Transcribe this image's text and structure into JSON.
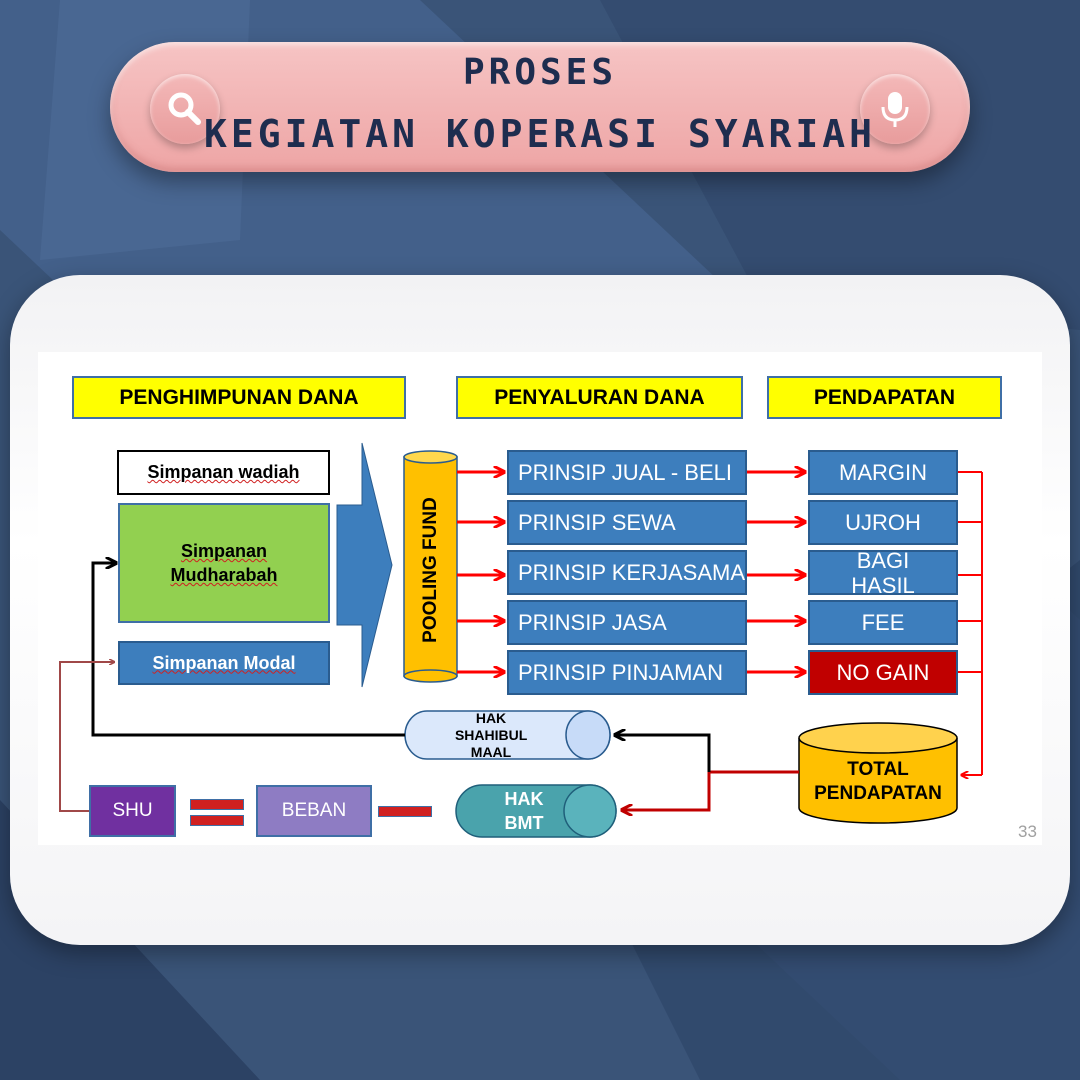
{
  "header": {
    "title_line1": "PROSES",
    "title_line2": "KEGIATAN KOPERASI SYARIAH",
    "left_icon": "search-icon",
    "right_icon": "microphone-icon"
  },
  "diagram": {
    "headers": {
      "collection": "PENGHIMPUNAN  DANA",
      "distribution": "PENYALURAN DANA",
      "income": "PENDAPATAN"
    },
    "savings": {
      "wadiah": "Simpanan wadiah",
      "mudharabah": "Simpanan Mudharabah",
      "modal": "Simpanan Modal"
    },
    "pooling_fund": "POOLING FUND",
    "principles": [
      "PRINSIP JUAL - BELI",
      "PRINSIP SEWA",
      "PRINSIP KERJASAMA",
      "PRINSIP JASA",
      "PRINSIP PINJAMAN"
    ],
    "incomes": [
      "MARGIN",
      "UJROH",
      "BAGI HASIL",
      "FEE",
      "NO GAIN"
    ],
    "total_income": "TOTAL PENDAPATAN",
    "hak_shahibul_maal": "HAK SHAHIBUL MAAL",
    "hak_bmt": "HAK BMT",
    "shu": "SHU",
    "beban": "BEBAN",
    "page_number": "33"
  },
  "colors": {
    "background": "#3a5478",
    "pill": "#f0b1b1",
    "title": "#1e2d4f",
    "header_fill": "#ffff00",
    "blue_box": "#3d7ebd",
    "green_box": "#92d050",
    "red_box": "#c00000",
    "gold": "#ffc000",
    "purple_shu": "#7030a0",
    "lavender_beban": "#8e7cc3",
    "arrow_red": "#ff0000"
  }
}
